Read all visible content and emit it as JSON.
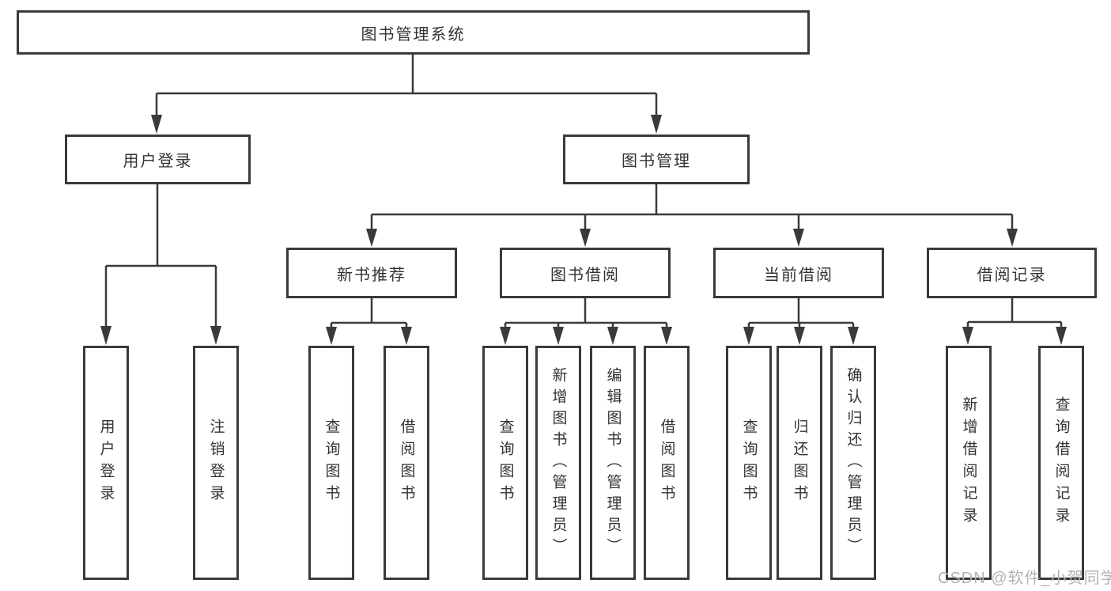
{
  "diagram": {
    "title": "图书管理系统",
    "tree": {
      "root": "图书管理系统",
      "branches": [
        {
          "label": "用户登录",
          "leaves": [
            "用户登录",
            "注销登录"
          ]
        },
        {
          "label": "图书管理",
          "groups": [
            {
              "label": "新书推荐",
              "leaves": [
                "查询图书",
                "借阅图书"
              ]
            },
            {
              "label": "图书借阅",
              "leaves": [
                "查询图书",
                "新增图书（管理员）",
                "编辑图书（管理员）",
                "借阅图书"
              ]
            },
            {
              "label": "当前借阅",
              "leaves": [
                "查询图书",
                "归还图书",
                "确认归还（管理员）"
              ]
            },
            {
              "label": "借阅记录",
              "leaves": [
                "新增借阅记录",
                "查询借阅记录"
              ]
            }
          ]
        }
      ]
    },
    "watermark": "CSDN @软件_小贺同学",
    "colors": {
      "line": "#3a3a3a",
      "text": "#333333",
      "box_background": "#ffffff",
      "watermark": "#b3b3b3"
    }
  }
}
